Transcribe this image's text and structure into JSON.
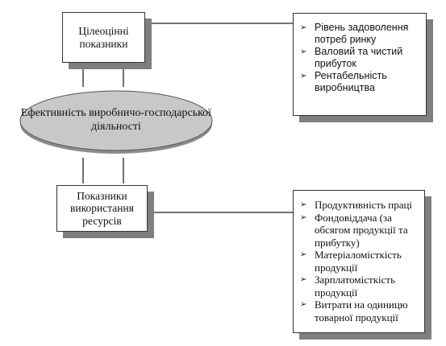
{
  "goal_box": {
    "title": "Цілеоцінні показники",
    "items": [
      "Рівень задоволення потреб ринку",
      "Валовий та чистий прибуток",
      "Рентабельність виробництва"
    ]
  },
  "center": {
    "title": "Ефективність виробничо-господарської діяльності"
  },
  "resource_box": {
    "title": "Показники використання ресурсів",
    "items": [
      "Продуктивність праці",
      "Фондовіддача (за обсягом продукції та прибутку)",
      "Матеріаломісткість продукції",
      "Зарплатомісткість продукції",
      "Витрати на одиницю товарної продукції"
    ]
  },
  "colors": {
    "ellipse_fill": "#c8c8c8",
    "shadow": "#7f7f7f",
    "border": "#333333"
  }
}
